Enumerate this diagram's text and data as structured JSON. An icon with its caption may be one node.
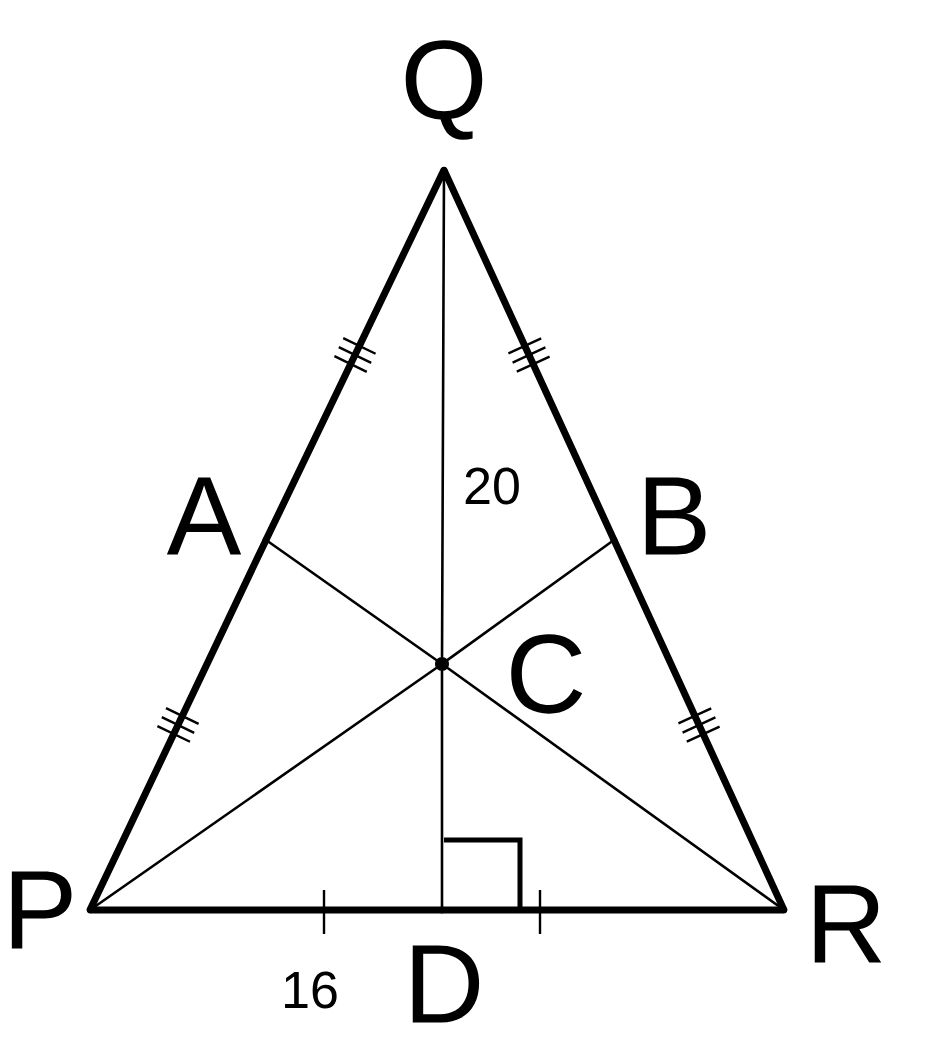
{
  "diagram": {
    "nodes": [
      {
        "text": [
          "Q"
        ]
      },
      {
        "text": [
          "A"
        ]
      },
      {
        "text": [
          "B"
        ]
      },
      {
        "text": [
          "C"
        ]
      },
      {
        "text": [
          "P"
        ]
      },
      {
        "text": [
          "D"
        ]
      },
      {
        "text": [
          "R"
        ]
      }
    ],
    "edges": [
      {
        "from": 4,
        "to": 1,
        "arrow": "none",
        "style": "thick"
      },
      {
        "from": 1,
        "to": 0,
        "arrow": "none",
        "style": "thick"
      },
      {
        "from": 0,
        "to": 2,
        "arrow": "none",
        "style": "thick"
      },
      {
        "from": 2,
        "to": 6,
        "arrow": "none",
        "style": "thick"
      },
      {
        "from": 4,
        "to": 5,
        "arrow": "none",
        "style": "thick",
        "label": "16"
      },
      {
        "from": 5,
        "to": 6,
        "arrow": "none",
        "style": "thick"
      },
      {
        "from": 0,
        "to": 3,
        "arrow": "none",
        "label": "20"
      },
      {
        "from": 3,
        "to": 5,
        "arrow": "none"
      },
      {
        "from": 4,
        "to": 3,
        "arrow": "none"
      },
      {
        "from": 3,
        "to": 2,
        "arrow": "none"
      },
      {
        "from": 6,
        "to": 3,
        "arrow": "none"
      },
      {
        "from": 3,
        "to": 1,
        "arrow": "none"
      }
    ]
  }
}
